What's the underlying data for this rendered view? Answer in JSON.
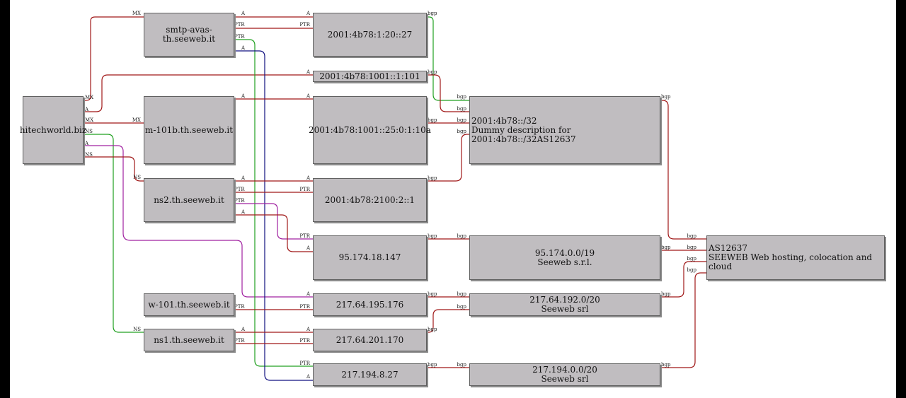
{
  "nodes": [
    {
      "id": "hitech",
      "label": "hitechworld.biz"
    },
    {
      "id": "smtp",
      "label": "smtp-avas-th.seeweb.it"
    },
    {
      "id": "m101b",
      "label": "m-101b.th.seeweb.it"
    },
    {
      "id": "ns2",
      "label": "ns2.th.seeweb.it"
    },
    {
      "id": "w101",
      "label": "w-101.th.seeweb.it"
    },
    {
      "id": "ns1",
      "label": "ns1.th.seeweb.it"
    },
    {
      "id": "ip_v6_20_27",
      "label": "2001:4b78:1:20::27"
    },
    {
      "id": "ip_v6_1001_1",
      "label": "2001:4b78:1001::1:101"
    },
    {
      "id": "ip_v6_1001_25",
      "label": "2001:4b78:1001::25:0:1:10a"
    },
    {
      "id": "ip_v6_2100",
      "label": "2001:4b78:2100:2::1"
    },
    {
      "id": "ip_95",
      "label": "95.174.18.147"
    },
    {
      "id": "ip_217_64_195",
      "label": "217.64.195.176"
    },
    {
      "id": "ip_217_64_201",
      "label": "217.64.201.170"
    },
    {
      "id": "ip_217_194",
      "label": "217.194.8.27"
    },
    {
      "id": "net_v6",
      "label": "2001:4b78::/32\nDummy description for 2001:4b78::/32AS12637"
    },
    {
      "id": "net_95",
      "label": "95.174.0.0/19\nSeeweb s.r.l."
    },
    {
      "id": "net_217_64",
      "label": "217.64.192.0/20\nSeeweb srl"
    },
    {
      "id": "net_217_194",
      "label": "217.194.0.0/20\nSeeweb srl"
    },
    {
      "id": "as",
      "label": "AS12637\nSEEWEB Web hosting, colocation and cloud"
    }
  ],
  "edge_labels": [
    "MX",
    "A",
    "PTR",
    "NS",
    "bgp"
  ],
  "colors": {
    "red": "#a01818",
    "green": "#20a020",
    "magenta": "#a020a0",
    "navy": "#101080",
    "node_fill": "#c0bdc0"
  }
}
